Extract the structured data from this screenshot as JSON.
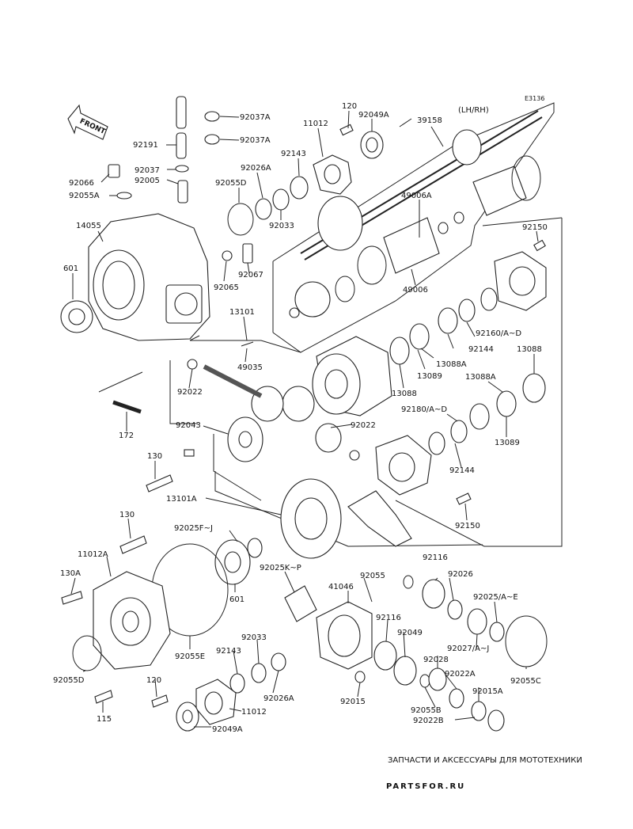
{
  "diagram_code": "E3136",
  "front_label": "FRONT",
  "lh_rh_label": "(LH/RH)",
  "watermark": {
    "tagline": "ЗАПЧАСТИ И АКСЕССУАРЫ ДЛЯ МОТОТЕХНИКИ",
    "brand": "PARTSFOR.RU"
  },
  "labels": {
    "l92191": "92191",
    "l92037a_1": "92037A",
    "l92037a_2": "92037A",
    "l120_top": "120",
    "l11012": "11012",
    "l92049a_top": "92049A",
    "l39158": "39158",
    "l92037": "92037",
    "l92005": "92005",
    "l92066": "92066",
    "l92055a": "92055A",
    "l92143_top": "92143",
    "l92026a_top": "92026A",
    "l92055d_top": "92055D",
    "l92033_top": "92033",
    "l49006a": "49006A",
    "l14055": "14055",
    "l601_top": "601",
    "l92065": "92065",
    "l92067": "92067",
    "l49006": "49006",
    "l92150_top": "92150",
    "l13101": "13101",
    "l49035": "49035",
    "l92160": "92160/A~D",
    "l92144_top": "92144",
    "l13088a_top": "13088A",
    "l13088_right": "13088",
    "l92022_left": "92022",
    "l13089_top": "13089",
    "l13088_mid": "13088",
    "l13088a_right": "13088A",
    "l172": "172",
    "l92043": "92043",
    "l92022_mid": "92022",
    "l92180": "92180/A~D",
    "l13089_right": "13089",
    "l130_top": "130",
    "l92144_bot": "92144",
    "l13101a": "13101A",
    "l92150_bot": "92150",
    "l130_mid": "130",
    "l92025fj": "92025F~J",
    "l11012a": "11012A",
    "l92025kp": "92025K~P",
    "l92116_top": "92116",
    "l41046": "41046",
    "l92055_mid": "92055",
    "l92026_r": "92026",
    "l130a": "130A",
    "l601_bot": "601",
    "l92025ae": "92025/A~E",
    "l92116_mid": "92116",
    "l92049": "92049",
    "l92033_bot": "92033",
    "l92027": "92027/A~J",
    "l92143_bot": "92143",
    "l92055e": "92055E",
    "l92028": "92028",
    "l92055d_bot": "92055D",
    "l92022a": "92022A",
    "l92055c": "92055C",
    "l120_bot": "120",
    "l92026a_bot": "92026A",
    "l92015": "92015",
    "l92015a": "92015A",
    "l11012_bot": "11012",
    "l92055b": "92055B",
    "l115": "115",
    "l92049a_bot": "92049A",
    "l92022b": "92022B"
  }
}
